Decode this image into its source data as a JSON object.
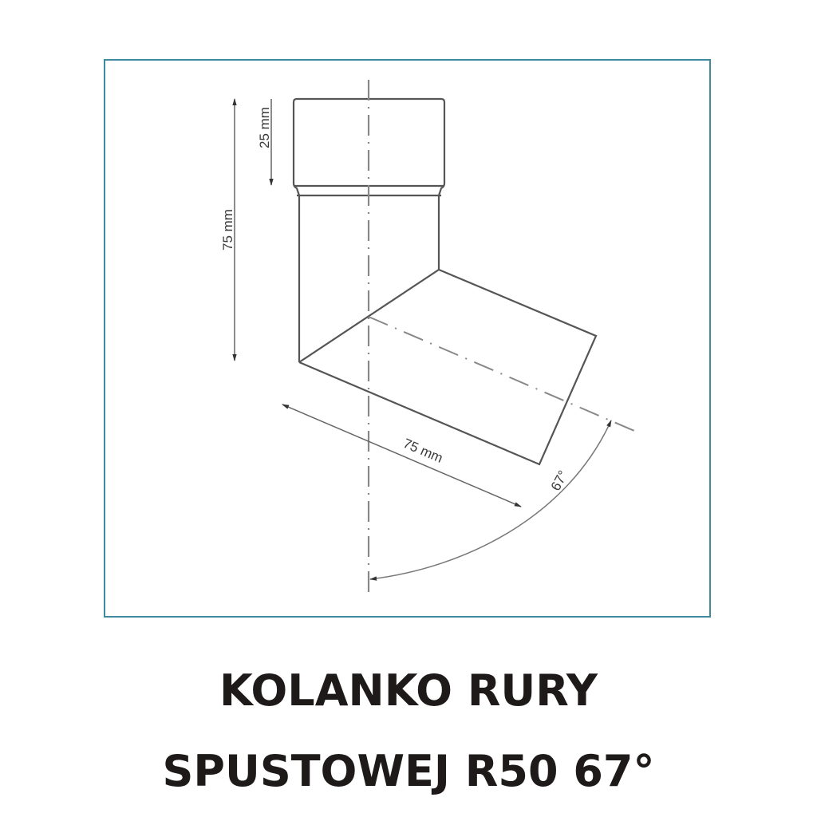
{
  "diagram": {
    "frame_color": "#3f8a9e",
    "line_color": "#555555",
    "centerline_color": "#888888",
    "dimensions": {
      "total_height": "75 mm",
      "socket_height": "25 mm",
      "outlet_length": "75 mm",
      "angle": "67°"
    }
  },
  "title": {
    "line1": "KOLANKO RURY",
    "line2": "SPUSTOWEJ R50 67°"
  }
}
